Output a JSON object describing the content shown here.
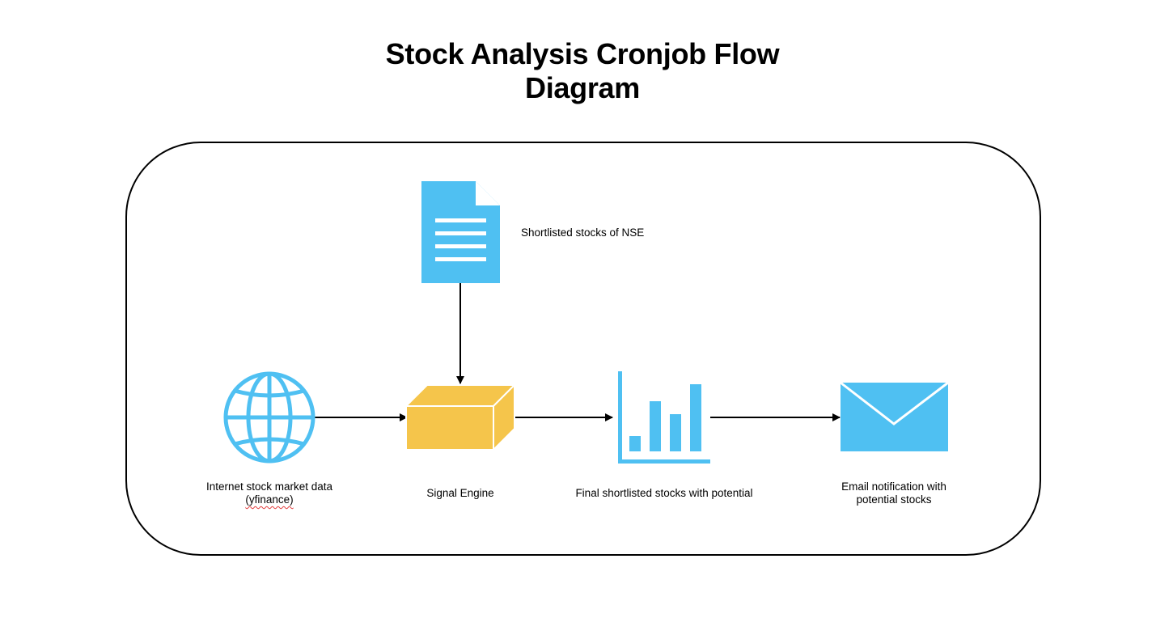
{
  "title": {
    "line1": "Stock Analysis Cronjob Flow",
    "line2": "Diagram"
  },
  "colors": {
    "icon_blue": "#4fc0f2",
    "engine_yellow": "#f5c54b",
    "line": "#000000",
    "spellcheck_underline": "#e23b3b"
  },
  "nodes": {
    "document": {
      "icon": "document-icon",
      "label": "Shortlisted stocks of NSE"
    },
    "internet": {
      "icon": "globe-icon",
      "label_line1": "Internet stock market data",
      "label_line2": "(yfinance)"
    },
    "engine": {
      "icon": "box-icon",
      "label": "Signal Engine"
    },
    "chart": {
      "icon": "bar-chart-icon",
      "label": "Final shortlisted stocks with potential"
    },
    "email": {
      "icon": "envelope-icon",
      "label_line1": "Email notification with",
      "label_line2": "potential stocks"
    }
  },
  "edges": [
    {
      "from": "document",
      "to": "engine"
    },
    {
      "from": "internet",
      "to": "engine"
    },
    {
      "from": "engine",
      "to": "chart"
    },
    {
      "from": "chart",
      "to": "email"
    }
  ]
}
